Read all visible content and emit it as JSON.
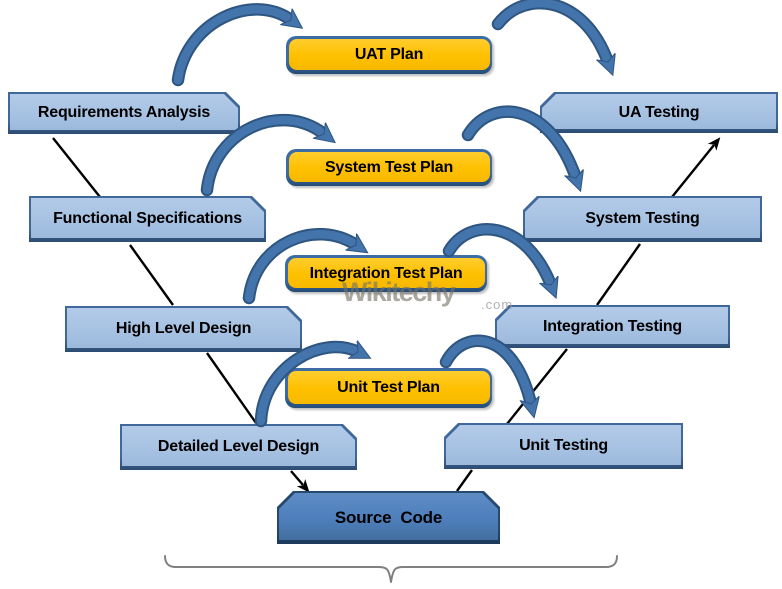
{
  "diagram": {
    "name": "V-Model software development and testing diagram"
  },
  "watermark": {
    "text": "Wikitechy",
    "suffix": ".com"
  },
  "colors": {
    "plan_fill": "#FFC000",
    "plan_border": "#3D6CA5",
    "stage_fill": "#A6C1E2",
    "stage_border": "#41689A",
    "source_fill": "#4E7FBC",
    "source_border": "#27496E",
    "arrow_blue": "#4374AB",
    "arrow_dark": "#2F5581",
    "line_black": "#000000",
    "brace_gray": "#808080"
  },
  "stages": {
    "left": [
      {
        "label": "Requirements Analysis"
      },
      {
        "label": "Functional Specifications"
      },
      {
        "label": "High Level Design"
      },
      {
        "label": "Detailed Level Design"
      }
    ],
    "right": [
      {
        "label": "UA Testing"
      },
      {
        "label": "System Testing"
      },
      {
        "label": "Integration Testing"
      },
      {
        "label": "Unit Testing"
      }
    ]
  },
  "plans": [
    {
      "label": "UAT Plan"
    },
    {
      "label": "System Test Plan"
    },
    {
      "label": "Integration Test Plan"
    },
    {
      "label": "Unit Test Plan"
    }
  ],
  "source": {
    "label": "Source  Code"
  }
}
